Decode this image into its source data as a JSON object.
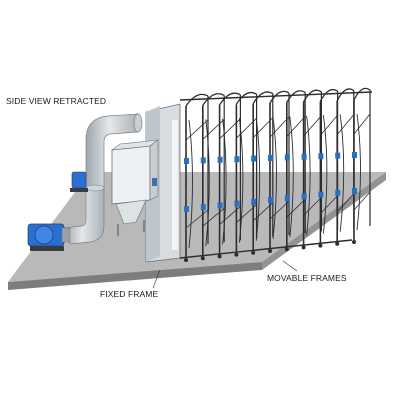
{
  "labels": {
    "side_view": "SIDE VIEW RETRACTED",
    "fixed_frame": "FIXED FRAME",
    "movable_frames": "MOVABLE FRAMES"
  },
  "colors": {
    "floor": "#b8b8b8",
    "floor_dark": "#8f8f8f",
    "duct": "#d8dde0",
    "duct_shade": "#a9b0b5",
    "booth_wall": "#e6ebee",
    "frame": "#2a2d31",
    "accent_blue": "#2a6fc0"
  },
  "diagram": {
    "movable_frame_count": 11
  }
}
